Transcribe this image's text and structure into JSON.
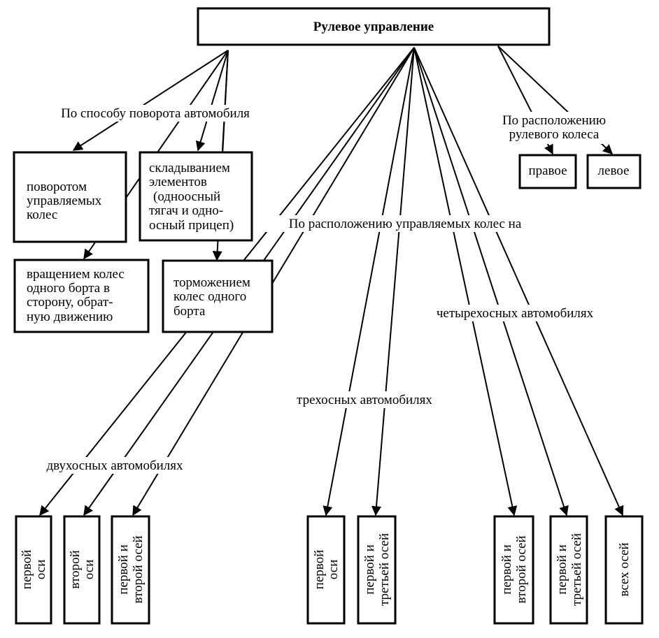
{
  "root": {
    "label": "Рулевое управление"
  },
  "groups": {
    "turn_method": "По способу поворота автомобиля",
    "wheel_position": [
      "По расположению",
      "рулевого колеса"
    ],
    "steered_axles": "По расположению  управляемых  колес на",
    "two_axle": "двухосных автомобилях",
    "three_axle": "трехосных автомобилях",
    "four_axle": "четырехосных автомобилях"
  },
  "turn_boxes": {
    "steered_wheels": [
      "поворотом",
      "управляемых",
      "колес"
    ],
    "articulation": [
      "складыванием",
      "элементов",
      "(одноосный",
      "тягач и одно-",
      "осный прицеп)"
    ],
    "opposite_rotation": [
      "вращением колес",
      "одного борта в",
      "сторону, обрат-",
      "ную движению"
    ],
    "braking": [
      "торможением",
      "колес одного",
      "борта"
    ]
  },
  "wheel_boxes": {
    "right": "правое",
    "left": "левое"
  },
  "axle_boxes": {
    "two_first": [
      "первой",
      "оси"
    ],
    "two_second": [
      "второй",
      "оси"
    ],
    "two_first_second": [
      "первой и",
      "второй осей"
    ],
    "three_first": [
      "первой",
      "оси"
    ],
    "three_first_third": [
      "первой и",
      "третьей осей"
    ],
    "four_first_second": [
      "первой и",
      "второй осей"
    ],
    "four_first_third": [
      "первой и",
      "третьей осей"
    ],
    "four_all": [
      "всех осей"
    ]
  }
}
